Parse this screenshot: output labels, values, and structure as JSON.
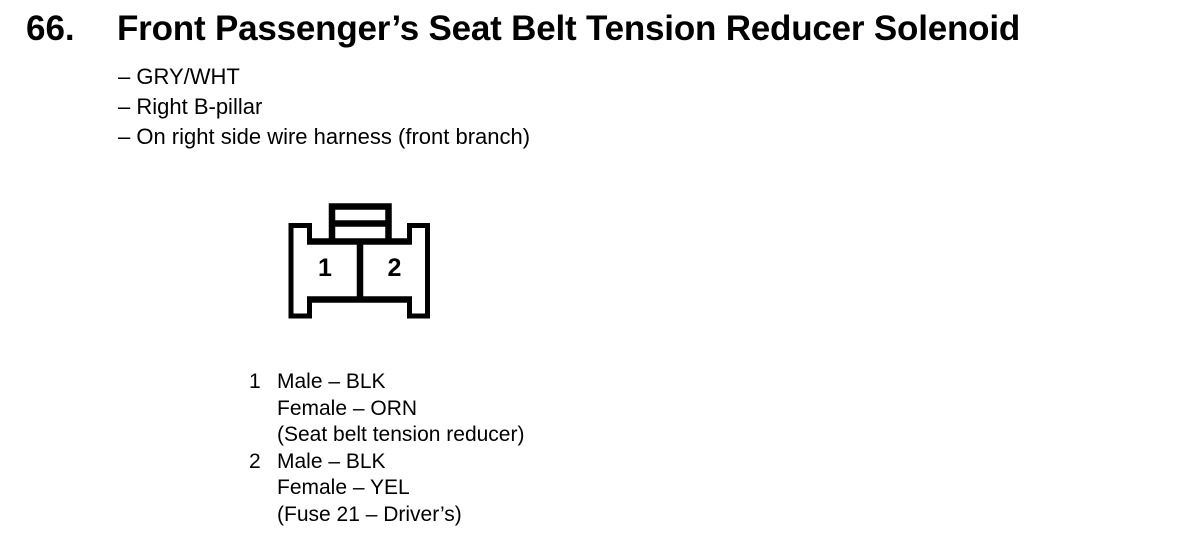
{
  "header": {
    "number": "66.",
    "title": "Front Passenger’s Seat Belt Tension Reducer Solenoid"
  },
  "details": {
    "items": [
      "– GRY/WHT",
      "– Right B-pillar",
      "– On right side wire harness (front branch)"
    ]
  },
  "connector": {
    "type": "2-cavity connector, face view with top latch tab and side wings",
    "cavities": [
      {
        "label": "1"
      },
      {
        "label": "2"
      }
    ]
  },
  "pins": [
    {
      "number": "1",
      "lines": [
        "Male – BLK",
        "Female – ORN",
        "(Seat belt tension reducer)"
      ]
    },
    {
      "number": "2",
      "lines": [
        "Male – BLK",
        "Female – YEL",
        "(Fuse 21 – Driver’s)"
      ]
    }
  ],
  "colors": {
    "ink": "#000000",
    "background": "#ffffff"
  }
}
